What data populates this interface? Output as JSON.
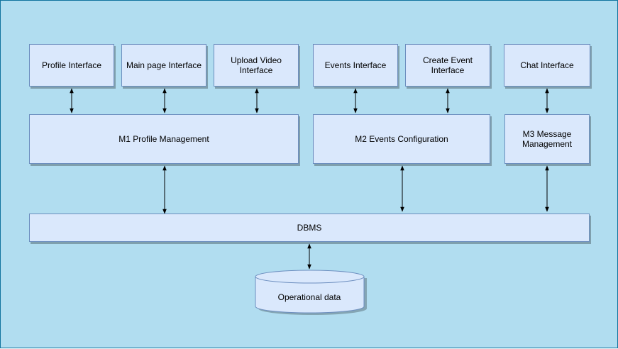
{
  "colors": {
    "background": "#b1ddf0",
    "box_fill": "#dae8fc",
    "box_stroke": "#6c8ebf",
    "arrow": "#000000"
  },
  "interfaces": {
    "profile": "Profile Interface",
    "main_page": "Main page Interface",
    "upload_video": "Upload Video\nInterface",
    "events": "Events Interface",
    "create_event": "Create Event\nInterface",
    "chat": "Chat Interface"
  },
  "modules": {
    "m1": "M1 Profile Management",
    "m2": "M2 Events Configuration",
    "m3": "M3 Message\nManagement"
  },
  "dbms": "DBMS",
  "storage": "Operational data"
}
